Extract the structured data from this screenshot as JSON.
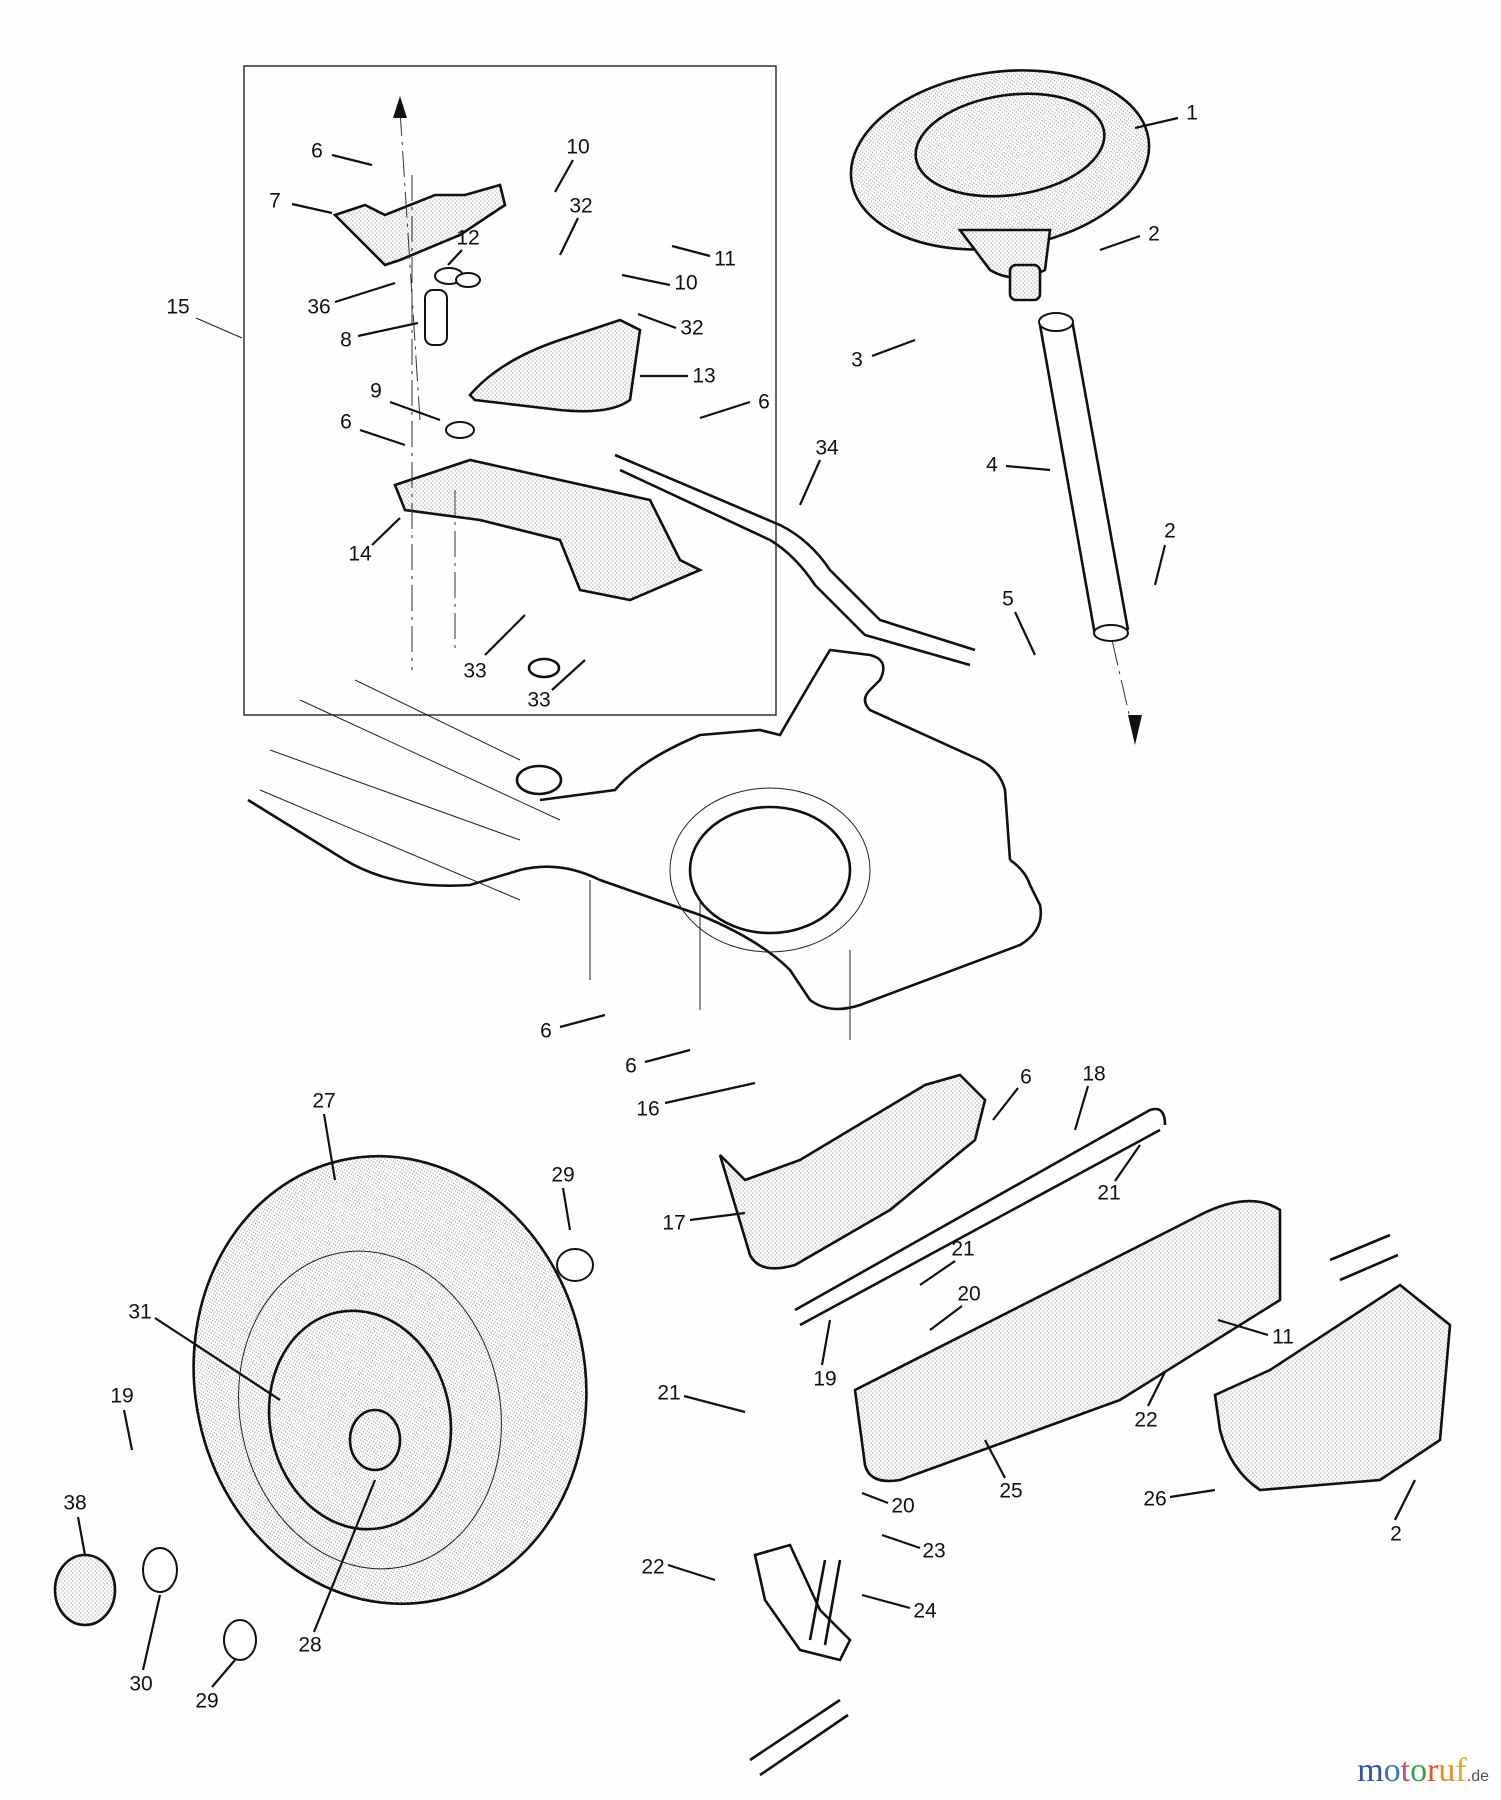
{
  "diagram": {
    "title": "Steering & front axle exploded parts view",
    "callouts": [
      {
        "id": "c1",
        "label": "1"
      },
      {
        "id": "c2a",
        "label": "2"
      },
      {
        "id": "c3",
        "label": "3"
      },
      {
        "id": "c4",
        "label": "4"
      },
      {
        "id": "c2b",
        "label": "2"
      },
      {
        "id": "c5",
        "label": "5"
      },
      {
        "id": "c34",
        "label": "34"
      },
      {
        "id": "c6a",
        "label": "6"
      },
      {
        "id": "c7",
        "label": "7"
      },
      {
        "id": "c10a",
        "label": "10"
      },
      {
        "id": "c32a",
        "label": "32"
      },
      {
        "id": "c11a",
        "label": "11"
      },
      {
        "id": "c12",
        "label": "12"
      },
      {
        "id": "c10b",
        "label": "10"
      },
      {
        "id": "c36",
        "label": "36"
      },
      {
        "id": "c32b",
        "label": "32"
      },
      {
        "id": "c15",
        "label": "15"
      },
      {
        "id": "c8",
        "label": "8"
      },
      {
        "id": "c13",
        "label": "13"
      },
      {
        "id": "c9",
        "label": "9"
      },
      {
        "id": "c6b",
        "label": "6"
      },
      {
        "id": "c6c",
        "label": "6"
      },
      {
        "id": "c14",
        "label": "14"
      },
      {
        "id": "c33a",
        "label": "33"
      },
      {
        "id": "c33b",
        "label": "33"
      },
      {
        "id": "c6d",
        "label": "6"
      },
      {
        "id": "c6e",
        "label": "6"
      },
      {
        "id": "c16",
        "label": "16"
      },
      {
        "id": "c6f",
        "label": "6"
      },
      {
        "id": "c18",
        "label": "18"
      },
      {
        "id": "c27",
        "label": "27"
      },
      {
        "id": "c29a",
        "label": "29"
      },
      {
        "id": "c21a",
        "label": "21"
      },
      {
        "id": "c17",
        "label": "17"
      },
      {
        "id": "c21b",
        "label": "21"
      },
      {
        "id": "c20a",
        "label": "20"
      },
      {
        "id": "c31",
        "label": "31"
      },
      {
        "id": "c11b",
        "label": "11"
      },
      {
        "id": "c19a",
        "label": "19"
      },
      {
        "id": "c19b",
        "label": "19"
      },
      {
        "id": "c21c",
        "label": "21"
      },
      {
        "id": "c22a",
        "label": "22"
      },
      {
        "id": "c25",
        "label": "25"
      },
      {
        "id": "c38",
        "label": "38"
      },
      {
        "id": "c26",
        "label": "26"
      },
      {
        "id": "c20b",
        "label": "20"
      },
      {
        "id": "c2c",
        "label": "2"
      },
      {
        "id": "c23",
        "label": "23"
      },
      {
        "id": "c22b",
        "label": "22"
      },
      {
        "id": "c24",
        "label": "24"
      },
      {
        "id": "c28",
        "label": "28"
      },
      {
        "id": "c30",
        "label": "30"
      },
      {
        "id": "c29b",
        "label": "29"
      }
    ]
  },
  "watermark": {
    "letters": [
      {
        "ch": "m",
        "color": "#3b4fa8"
      },
      {
        "ch": "o",
        "color": "#3a78c8"
      },
      {
        "ch": "t",
        "color": "#d2438f"
      },
      {
        "ch": "o",
        "color": "#3aa048"
      },
      {
        "ch": "r",
        "color": "#e2542a"
      },
      {
        "ch": "u",
        "color": "#ef8a22"
      },
      {
        "ch": "f",
        "color": "#d8b020"
      }
    ],
    "tld": ".de"
  }
}
